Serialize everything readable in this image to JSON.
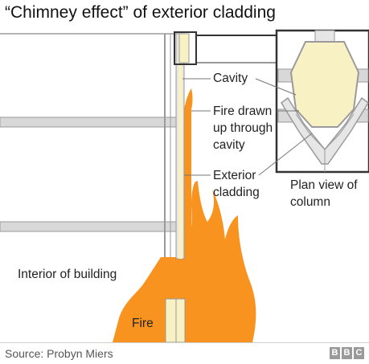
{
  "title": "“Chimney effect” of exterior cladding",
  "labels": {
    "cavity": "Cavity",
    "fire_drawn": [
      "Fire drawn",
      "up through",
      "cavity"
    ],
    "exterior_cladding": [
      "Exterior",
      "cladding"
    ],
    "plan_view": [
      "Plan view of",
      "column"
    ],
    "interior": "Interior of building",
    "fire": "Fire"
  },
  "source": "Source: Probyn Miers",
  "logo": [
    "B",
    "B",
    "C"
  ],
  "colors": {
    "fire": "#f7931e",
    "wall": "#d8d8d8",
    "wall_stroke": "#9a9a9a",
    "column_fill": "#f8f1c4",
    "cladding": "#e6e6e6",
    "outline": "#333333"
  }
}
